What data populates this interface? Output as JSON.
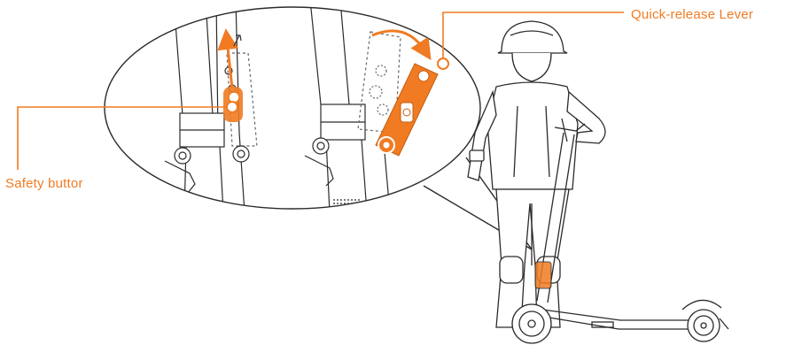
{
  "labels": {
    "safety_button": "Safety buttor",
    "quick_release_lever": "Quick-release Lever"
  },
  "colors": {
    "accent": "#F07B22",
    "line": "#2b2b2b",
    "dashed": "#666666",
    "background": "#ffffff"
  },
  "icons": {
    "rider": "rider-figure",
    "scooter": "electric-scooter",
    "callout_bubble": "magnified-detail-bubble"
  }
}
